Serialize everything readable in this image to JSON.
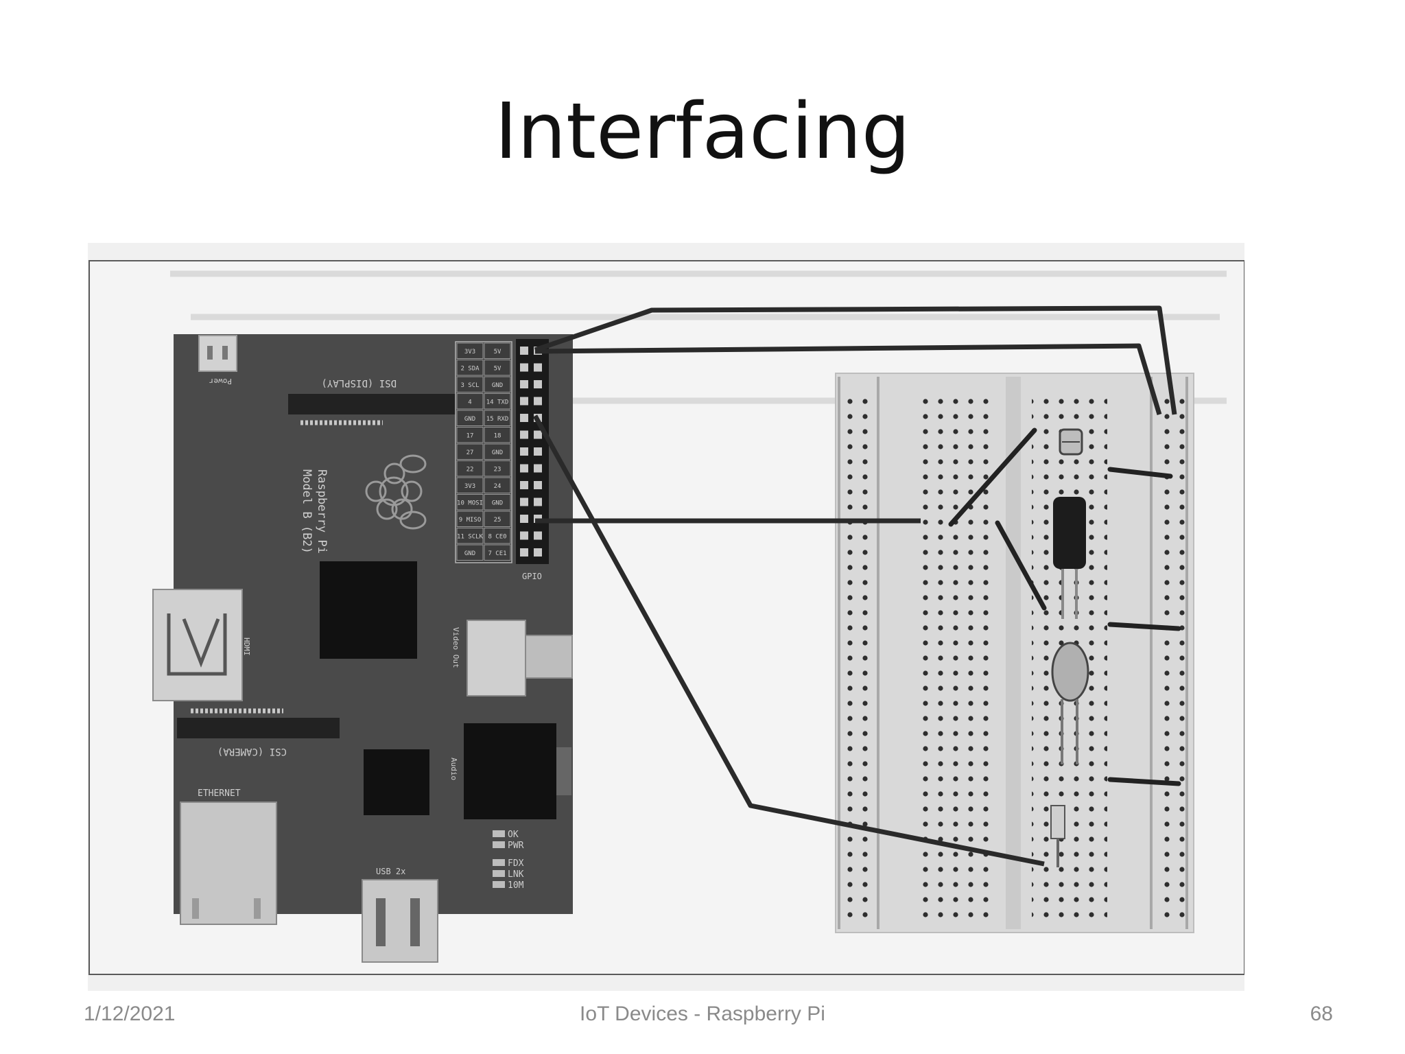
{
  "slide": {
    "title": "Interfacing",
    "footer_date": "1/12/2021",
    "footer_center": "IoT Devices - Raspberry Pi",
    "page_number": "68"
  },
  "board": {
    "model_line1": "Raspberry Pi",
    "model_line2": "Model B (B2)",
    "connector_dsi": "DSI (DISPLAY)",
    "connector_csi": "CSI (CAMERA)",
    "connector_hdmi": "HDMI",
    "connector_video": "Video Out",
    "connector_audio": "Audio",
    "connector_ethernet": "ETHERNET",
    "connector_usb": "USB 2x",
    "connector_power": "Power",
    "header_label": "GPIO",
    "status_leds": [
      "OK",
      "PWR",
      "FDX",
      "LNK",
      "10M"
    ]
  },
  "gpio_pins": [
    [
      "3V3",
      "5V"
    ],
    [
      "2 SDA",
      "5V"
    ],
    [
      "3 SCL",
      "GND"
    ],
    [
      "4",
      "14 TXD"
    ],
    [
      "GND",
      "15 RXD"
    ],
    [
      "17",
      "18"
    ],
    [
      "27",
      "GND"
    ],
    [
      "22",
      "23"
    ],
    [
      "3V3",
      "24"
    ],
    [
      "10 MOSI",
      "GND"
    ],
    [
      "9 MISO",
      "25"
    ],
    [
      "11 SCLK",
      "8 CE0"
    ],
    [
      "GND",
      "7 CE1"
    ]
  ],
  "colors": {
    "board": "#4a4a4a",
    "wire": "#2a2a2a",
    "breadboard": "#d9d9d9",
    "paper": "#efefef"
  }
}
